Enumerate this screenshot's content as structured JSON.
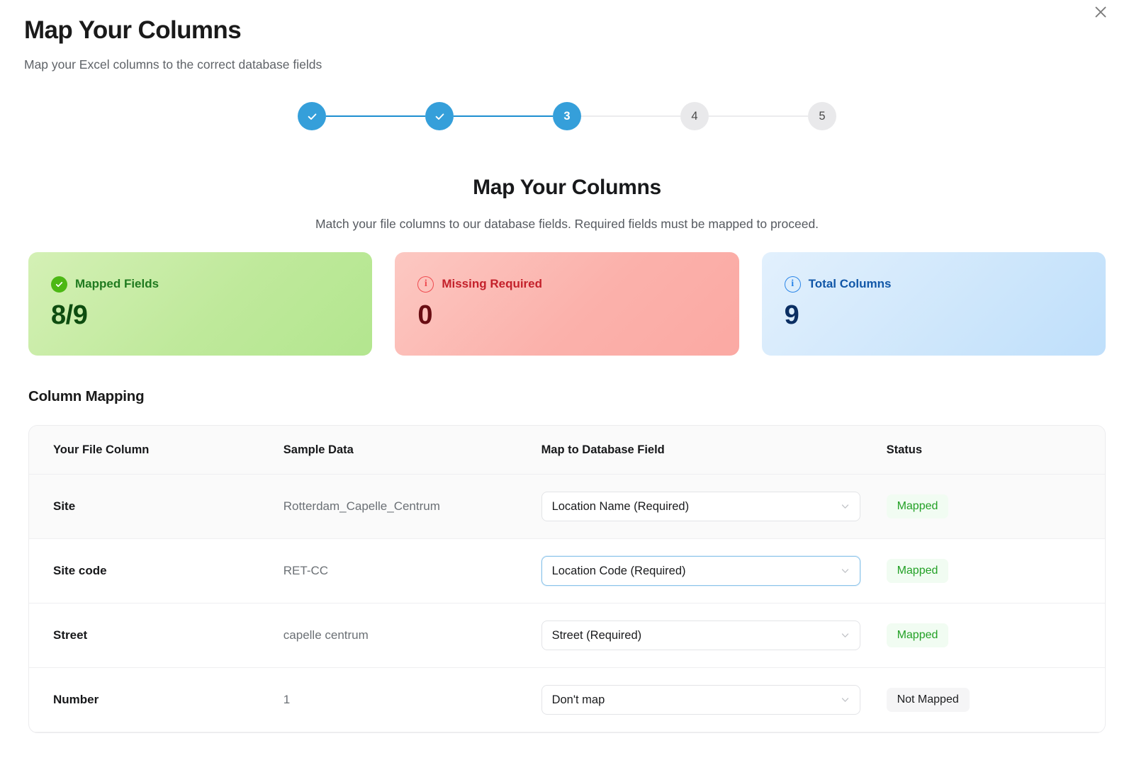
{
  "header": {
    "title": "Map Your Columns",
    "subtitle": "Map your Excel columns to the correct database fields",
    "close_icon": "close-icon"
  },
  "stepper": {
    "steps": [
      {
        "label": "✓",
        "state": "done"
      },
      {
        "label": "✓",
        "state": "done"
      },
      {
        "label": "3",
        "state": "active"
      },
      {
        "label": "4",
        "state": "todo"
      },
      {
        "label": "5",
        "state": "todo"
      }
    ],
    "current": 3,
    "total": 5
  },
  "main": {
    "title": "Map Your Columns",
    "subtitle": "Match your file columns to our database fields. Required fields must be mapped to proceed."
  },
  "stats": [
    {
      "label": "Mapped Fields",
      "value": "8/9",
      "icon": "check-circle-icon",
      "accent": "#22a025",
      "bg_from": "#d4f0b5",
      "bg_to": "#b3e68f"
    },
    {
      "label": "Missing Required",
      "value": "0",
      "icon": "info-circle-icon",
      "accent": "#c4212b",
      "bg_from": "#fcc8c2",
      "bg_to": "#fba9a3"
    },
    {
      "label": "Total Columns",
      "value": "9",
      "icon": "info-circle-icon",
      "accent": "#1157a8",
      "bg_from": "#e2f0fd",
      "bg_to": "#bfdffb"
    }
  ],
  "mapping": {
    "section_title": "Column Mapping",
    "columns": [
      "Your File Column",
      "Sample Data",
      "Map to Database Field",
      "Status"
    ],
    "rows": [
      {
        "file_column": "Site",
        "sample_data": "Rotterdam_Capelle_Centrum",
        "mapped_field": "Location Name (Required)",
        "status": "Mapped",
        "status_kind": "mapped",
        "focused": false
      },
      {
        "file_column": "Site code",
        "sample_data": "RET-CC",
        "mapped_field": "Location Code (Required)",
        "status": "Mapped",
        "status_kind": "mapped",
        "focused": true
      },
      {
        "file_column": "Street",
        "sample_data": "capelle centrum",
        "mapped_field": "Street (Required)",
        "status": "Mapped",
        "status_kind": "mapped",
        "focused": false
      },
      {
        "file_column": "Number",
        "sample_data": "1",
        "mapped_field": "Don't map",
        "status": "Not Mapped",
        "status_kind": "notmapped",
        "focused": false
      }
    ]
  }
}
